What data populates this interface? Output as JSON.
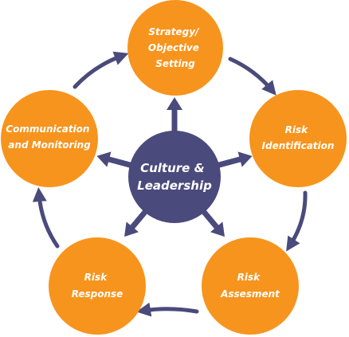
{
  "center": {
    "lines": [
      "Culture &",
      "Leadership"
    ]
  },
  "stages": [
    {
      "id": "strategy",
      "lines": [
        "Strategy/",
        "Objective",
        "Setting"
      ]
    },
    {
      "id": "risk-identification",
      "lines": [
        "Risk",
        "Identification"
      ]
    },
    {
      "id": "risk-assessment",
      "lines": [
        "Risk",
        "Assesment"
      ]
    },
    {
      "id": "risk-response",
      "lines": [
        "Risk",
        "Response"
      ]
    },
    {
      "id": "communication",
      "lines": [
        "Communication",
        "and Monitoring"
      ]
    }
  ],
  "colors": {
    "stage": "#f7941d",
    "center": "#4a4a7c",
    "arrow": "#4a4a7c"
  }
}
